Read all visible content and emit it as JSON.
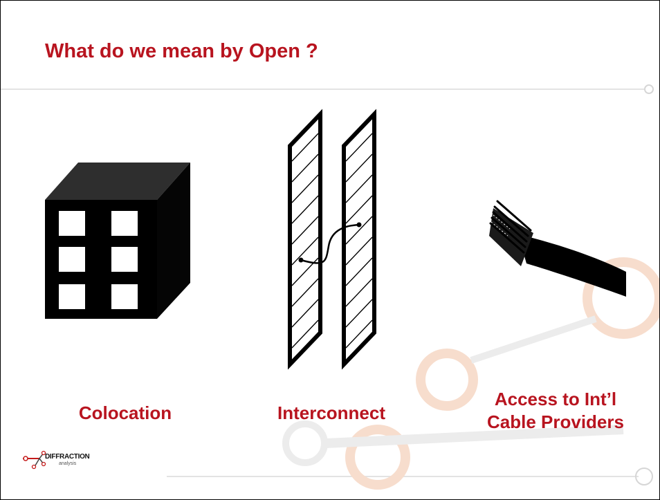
{
  "slide": {
    "title": "What do we mean by Open ?"
  },
  "items": [
    {
      "label": "Colocation",
      "icon": "building-icon"
    },
    {
      "label": "Interconnect",
      "icon": "patch-panel-icon"
    },
    {
      "label_line1": "Access to Int’l",
      "label_line2": "Cable Providers",
      "icon": "fiber-cable-icon"
    }
  ],
  "logo": {
    "name": "DIFFRACTION",
    "sub": "analysis"
  },
  "colors": {
    "accent_red": "#b8141f",
    "decor_orange": "#f6d9c7",
    "decor_gray": "#e6e6e6"
  }
}
